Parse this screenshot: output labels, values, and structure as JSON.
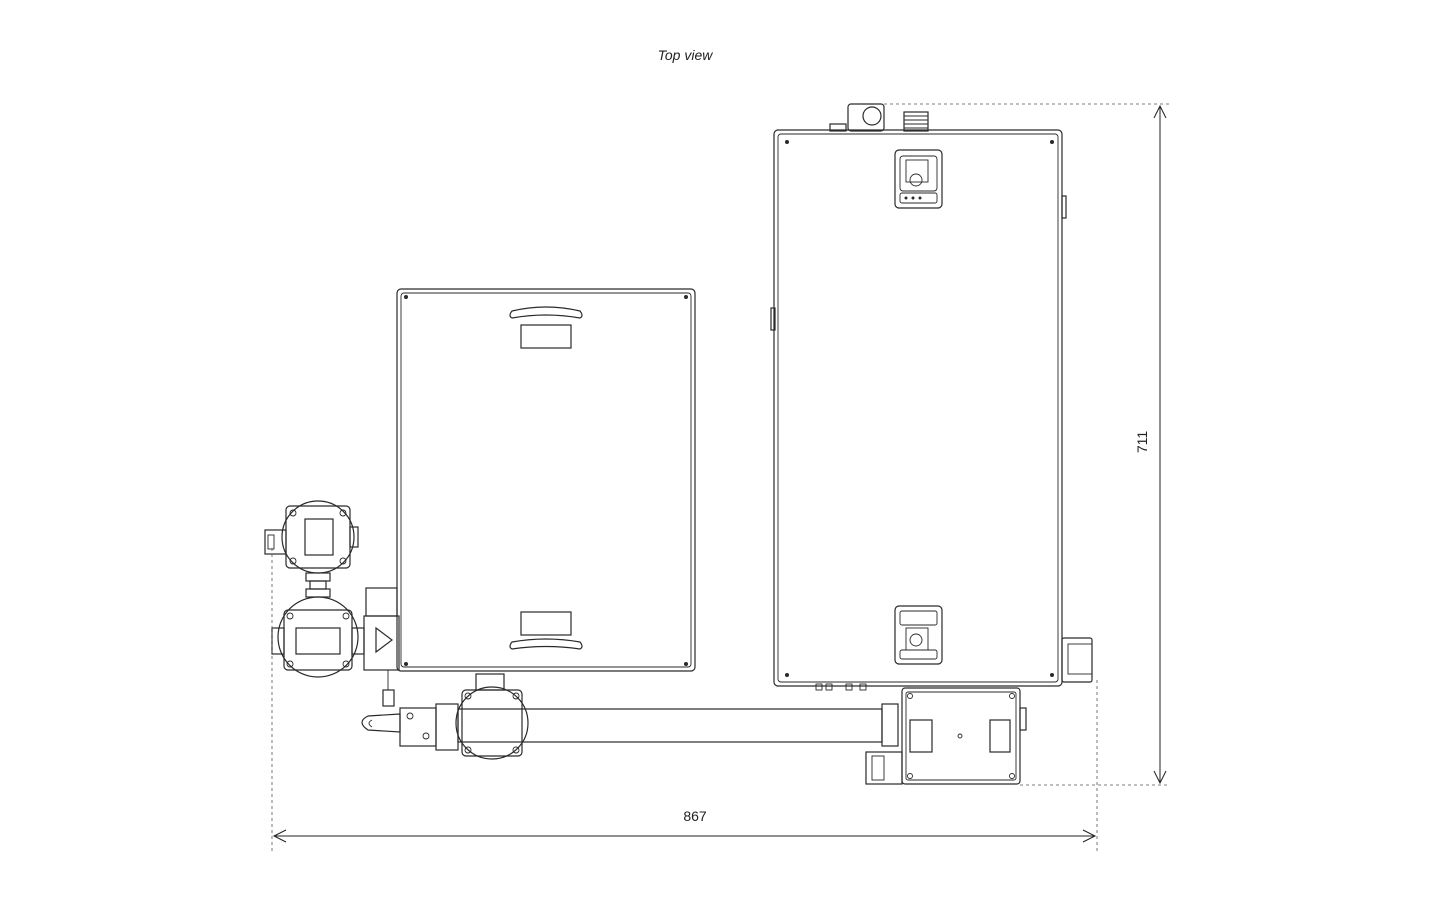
{
  "drawing": {
    "view_title": "Top view",
    "dimension_width": "867",
    "dimension_height": "711"
  }
}
